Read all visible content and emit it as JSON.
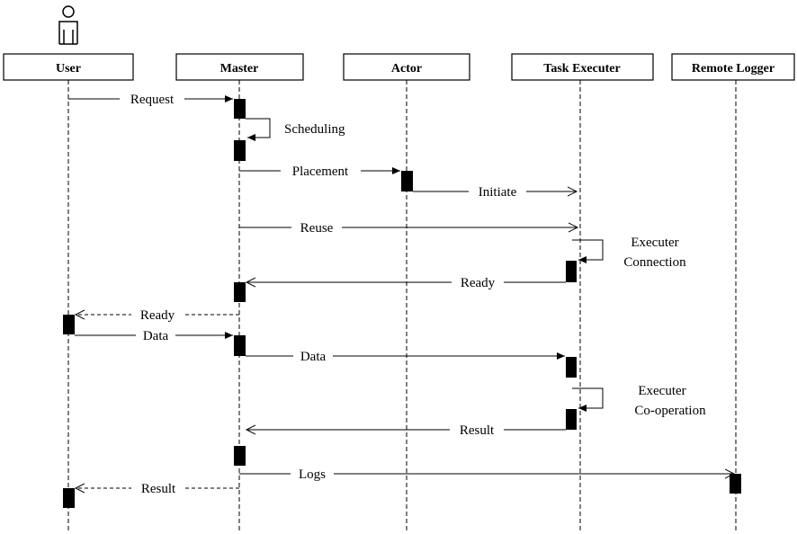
{
  "participants": {
    "user": "User",
    "master": "Master",
    "actor": "Actor",
    "task_executer": "Task Executer",
    "remote_logger": "Remote Logger"
  },
  "messages": {
    "request": "Request",
    "scheduling": "Scheduling",
    "placement": "Placement",
    "initiate": "Initiate",
    "reuse": "Reuse",
    "executer_connection_1": "Executer",
    "executer_connection_2": "Connection",
    "ready_to_master": "Ready",
    "ready_to_user": "Ready",
    "data_to_master": "Data",
    "data_to_executer": "Data",
    "executer_cooperation_1": "Executer",
    "executer_cooperation_2": "Co-operation",
    "result_to_master": "Result",
    "logs": "Logs",
    "result_to_user": "Result"
  }
}
